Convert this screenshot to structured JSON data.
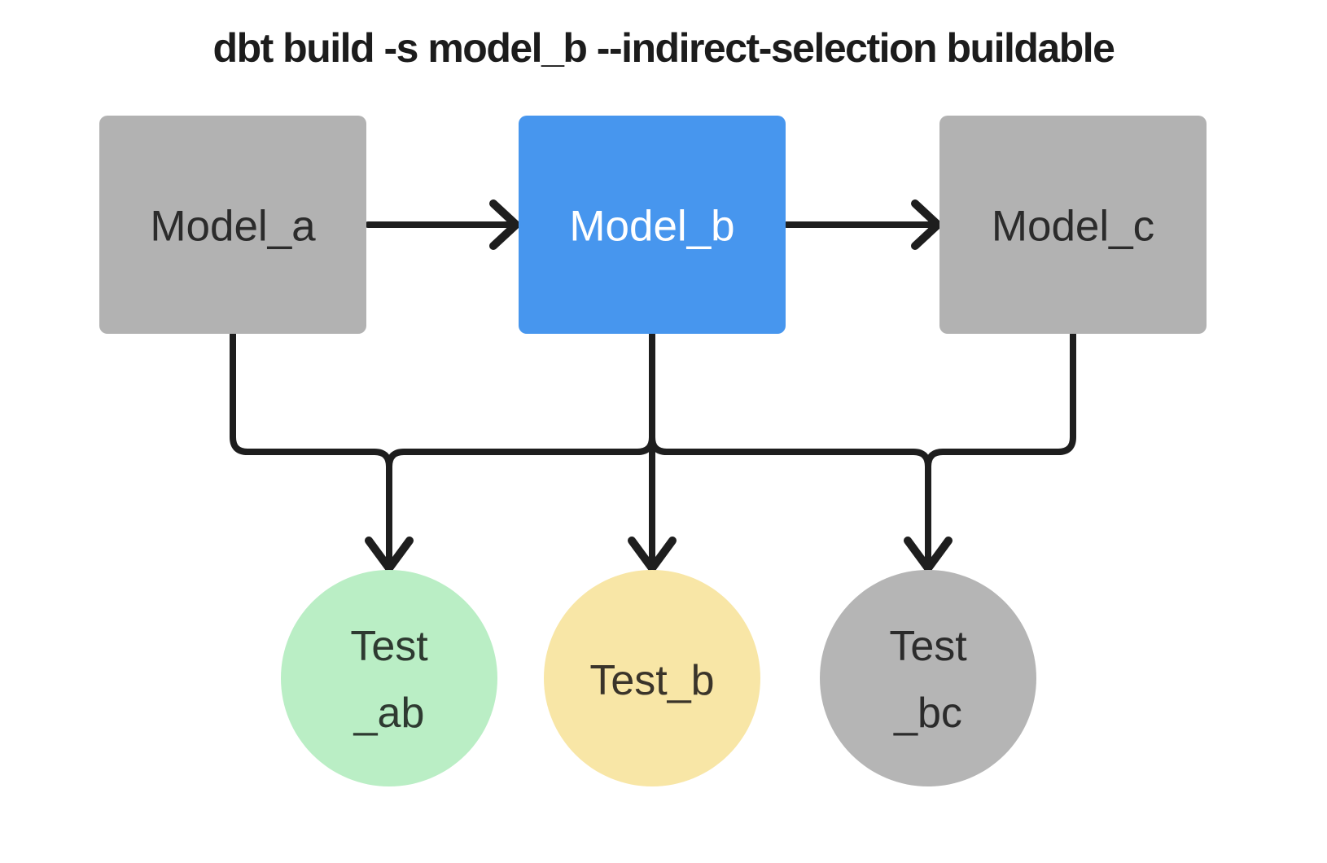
{
  "title": "dbt build -s model_b --indirect-selection buildable",
  "palette": {
    "background": "#ffffff",
    "edge": "#1e1e1e",
    "selected_blue": "#4796ee",
    "unselected_gray": "#b2b2b2",
    "test_green": "#baeec5",
    "test_yellow": "#f8e6a6",
    "test_gray": "#b5b5b5"
  },
  "nodes": {
    "models": [
      {
        "id": "model_a",
        "label": "Model_a",
        "fill": "#b2b2b2",
        "text_color": "#2b2b2b"
      },
      {
        "id": "model_b",
        "label": "Model_b",
        "fill": "#4796ee",
        "text_color": "#ffffff"
      },
      {
        "id": "model_c",
        "label": "Model_c",
        "fill": "#b2b2b2",
        "text_color": "#2b2b2b"
      }
    ],
    "tests": [
      {
        "id": "test_ab",
        "label_lines": [
          "Test",
          "_ab"
        ],
        "fill": "#baeec5",
        "text_color": "#2e3a31"
      },
      {
        "id": "test_b",
        "label_lines": [
          "Test_b"
        ],
        "fill": "#f8e6a6",
        "text_color": "#3a342a"
      },
      {
        "id": "test_bc",
        "label_lines": [
          "Test",
          "_bc"
        ],
        "fill": "#b5b5b5",
        "text_color": "#2b2b2b"
      }
    ]
  },
  "edges": [
    {
      "from": "model_a",
      "to": "model_b"
    },
    {
      "from": "model_b",
      "to": "model_c"
    },
    {
      "from": "model_a",
      "to": "test_ab"
    },
    {
      "from": "model_b",
      "to": "test_ab"
    },
    {
      "from": "model_b",
      "to": "test_b"
    },
    {
      "from": "model_b",
      "to": "test_bc"
    },
    {
      "from": "model_c",
      "to": "test_bc"
    }
  ]
}
